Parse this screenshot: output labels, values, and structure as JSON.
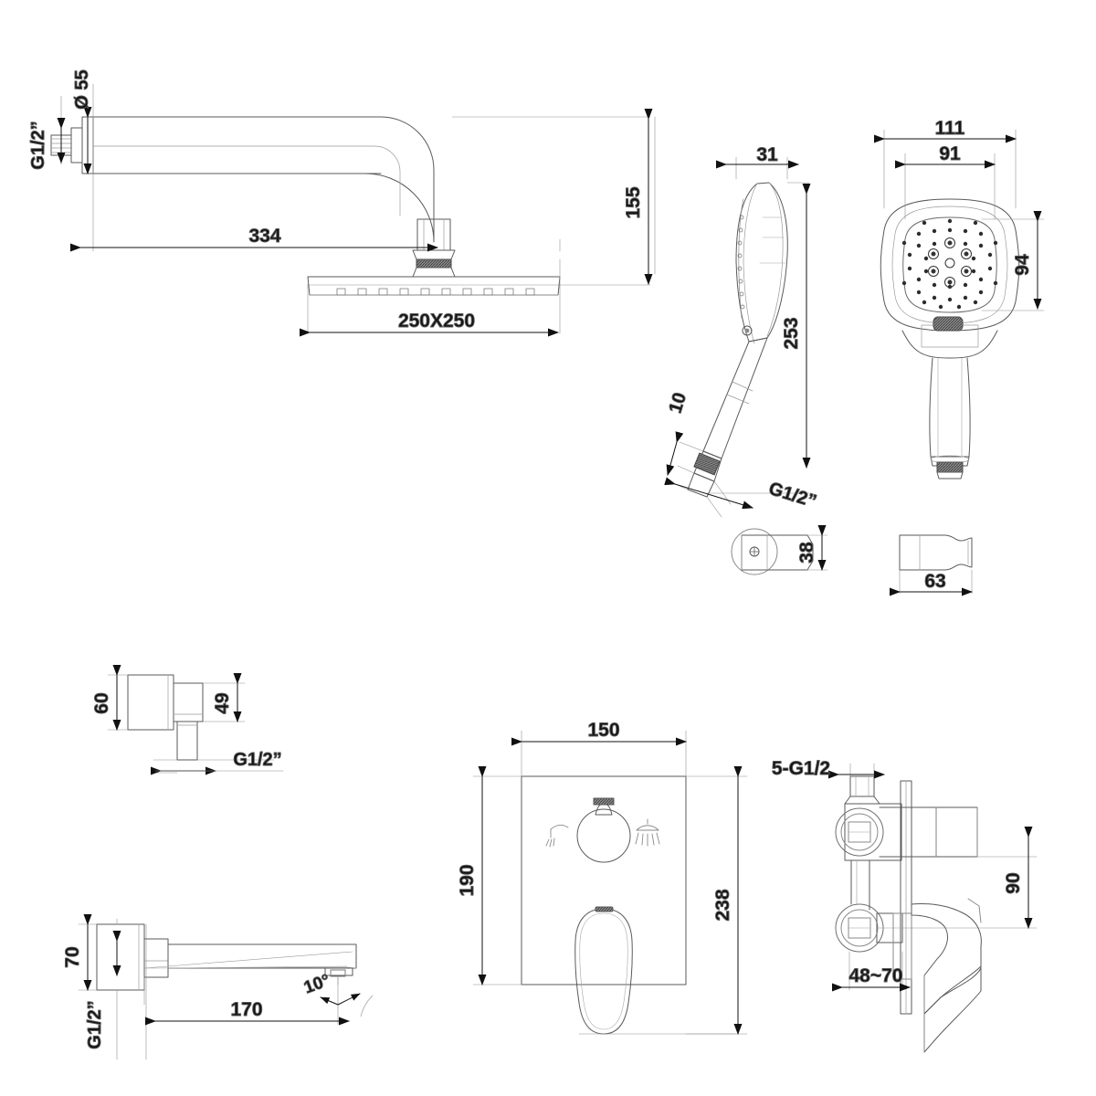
{
  "drawing": {
    "title": "Concealed shower set technical drawing",
    "type": "engineering-dimension-drawing",
    "units": "mm",
    "line_color": "#4d4d4d",
    "dim_color": "#111111",
    "background": "#ffffff"
  },
  "views": {
    "shower_arm": {
      "name": "Wall mounted shower arm with rain head",
      "dims": {
        "flange_diameter": "Ø 55",
        "inlet_thread": "G1/2”",
        "arm_length": "334",
        "drop_height": "155",
        "head_size": "250X250"
      }
    },
    "hand_shower_side": {
      "name": "Hand shower side elevation",
      "dims": {
        "thickness": "31",
        "overall_length": "253",
        "cuff": "10",
        "hose_thread": "G1/2”"
      }
    },
    "hand_shower_front": {
      "name": "Hand shower front elevation",
      "dims": {
        "overall_width": "111",
        "face_width": "91",
        "face_height": "94"
      }
    },
    "wall_bracket": {
      "name": "Hand shower wall bracket",
      "dims": {
        "height": "38",
        "depth": "63"
      }
    },
    "wall_outlet": {
      "name": "Wall outlet elbow",
      "dims": {
        "flange_diameter": "60",
        "body_height": "49",
        "thread": "G1/2”"
      }
    },
    "bath_spout": {
      "name": "Wall mounted bath spout",
      "dims": {
        "flange_height": "70",
        "projection": "170",
        "outlet_angle": "10°",
        "thread": "G1/2”"
      }
    },
    "mixer_front": {
      "name": "Concealed mixer face plate front elevation",
      "dims": {
        "plate_width": "150",
        "plate_height": "190",
        "overall_height": "238"
      },
      "symbols": {
        "left_icon": "bath-spout-icon",
        "right_icon": "shower-head-icon"
      }
    },
    "mixer_side": {
      "name": "Concealed mixer side section",
      "dims": {
        "ports": "5-G1/2",
        "port_spacing": "90",
        "wall_depth_range": "48~70"
      }
    }
  }
}
